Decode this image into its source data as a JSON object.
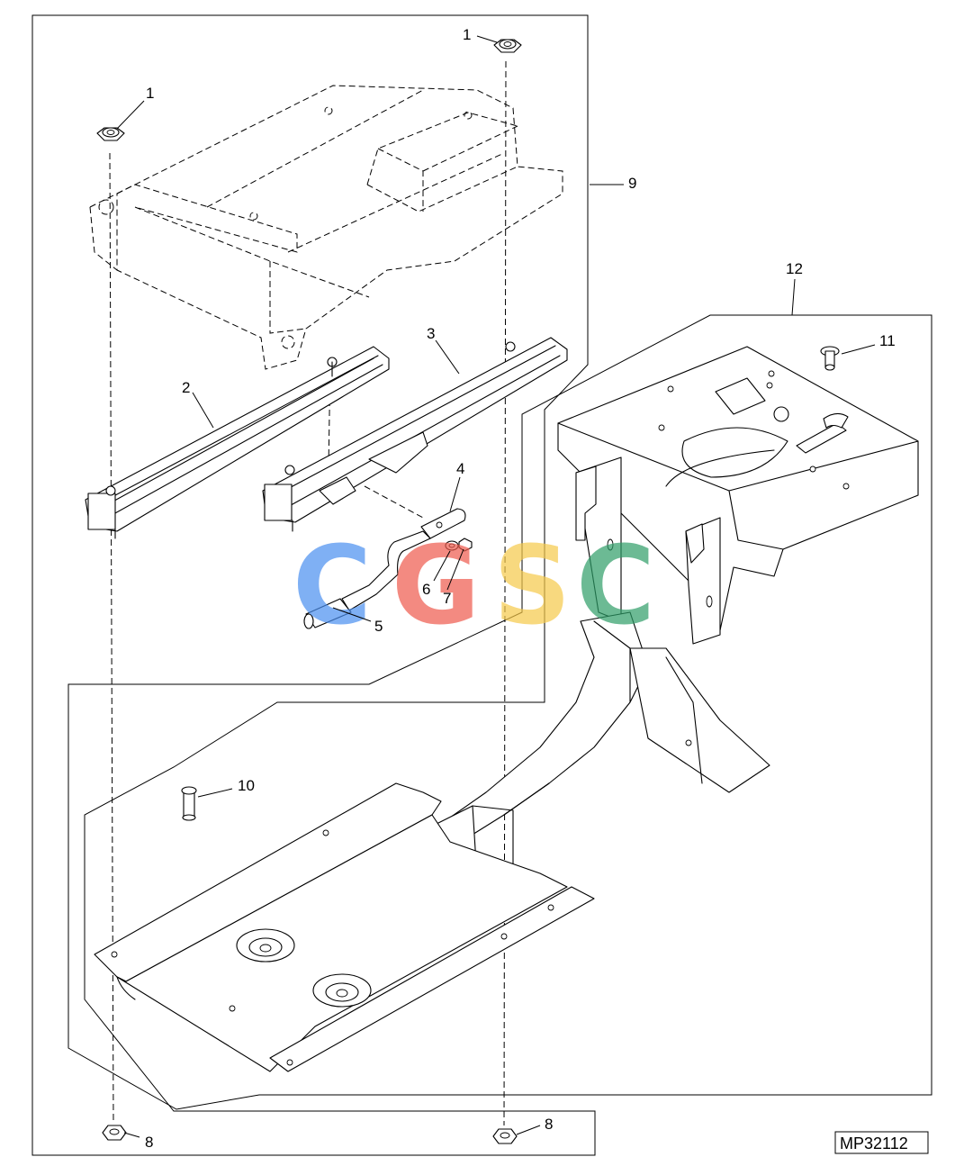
{
  "figure_id": "MP32112",
  "callouts": {
    "c1a": "1",
    "c1b": "1",
    "c2": "2",
    "c3": "3",
    "c4": "4",
    "c5": "5",
    "c6": "6",
    "c7": "7",
    "c8a": "8",
    "c8b": "8",
    "c9": "9",
    "c10": "10",
    "c11": "11",
    "c12": "12"
  },
  "watermark": {
    "text": "CGSC",
    "colors": [
      "#4a8ff0",
      "#ef5a4c",
      "#f6c94a",
      "#2e9e68"
    ]
  }
}
